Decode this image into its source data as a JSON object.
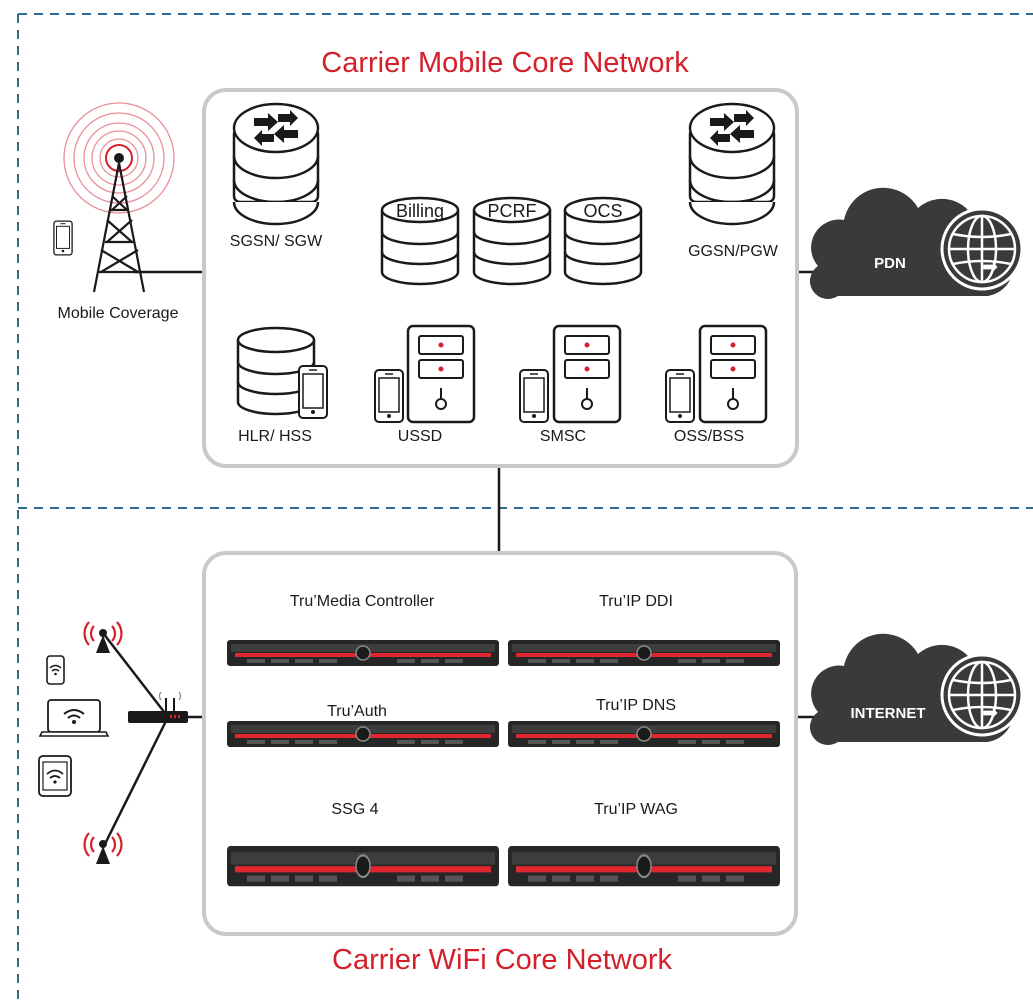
{
  "titles": {
    "mobile_core": "Carrier Mobile Core Network",
    "wifi_core": "Carrier WiFi Core Network"
  },
  "mobile": {
    "coverage_label": "Mobile Coverage",
    "sgsn": "SGSN/ SGW",
    "ggsn": "GGSN/PGW",
    "billing": "Billing",
    "pcrf": "PCRF",
    "ocs": "OCS",
    "hlr": "HLR/ HSS",
    "ussd": "USSD",
    "smsc": "SMSC",
    "oss": "OSS/BSS"
  },
  "wifi": {
    "media_controller": "Tru’Media Controller",
    "ip_ddi": "Tru’IP DDI",
    "auth": "Tru’Auth",
    "ip_dns": "Tru’IP DNS",
    "ssg": "SSG 4",
    "ip_wag": "Tru’IP WAG"
  },
  "clouds": {
    "pdn": "PDN",
    "internet": "INTERNET"
  },
  "colors": {
    "title_red": "#d3202a",
    "dash_blue": "#2e6b8f",
    "box_border": "#c9c9c9",
    "cloud": "#3a3a3a",
    "server_red": "#e0262e"
  }
}
